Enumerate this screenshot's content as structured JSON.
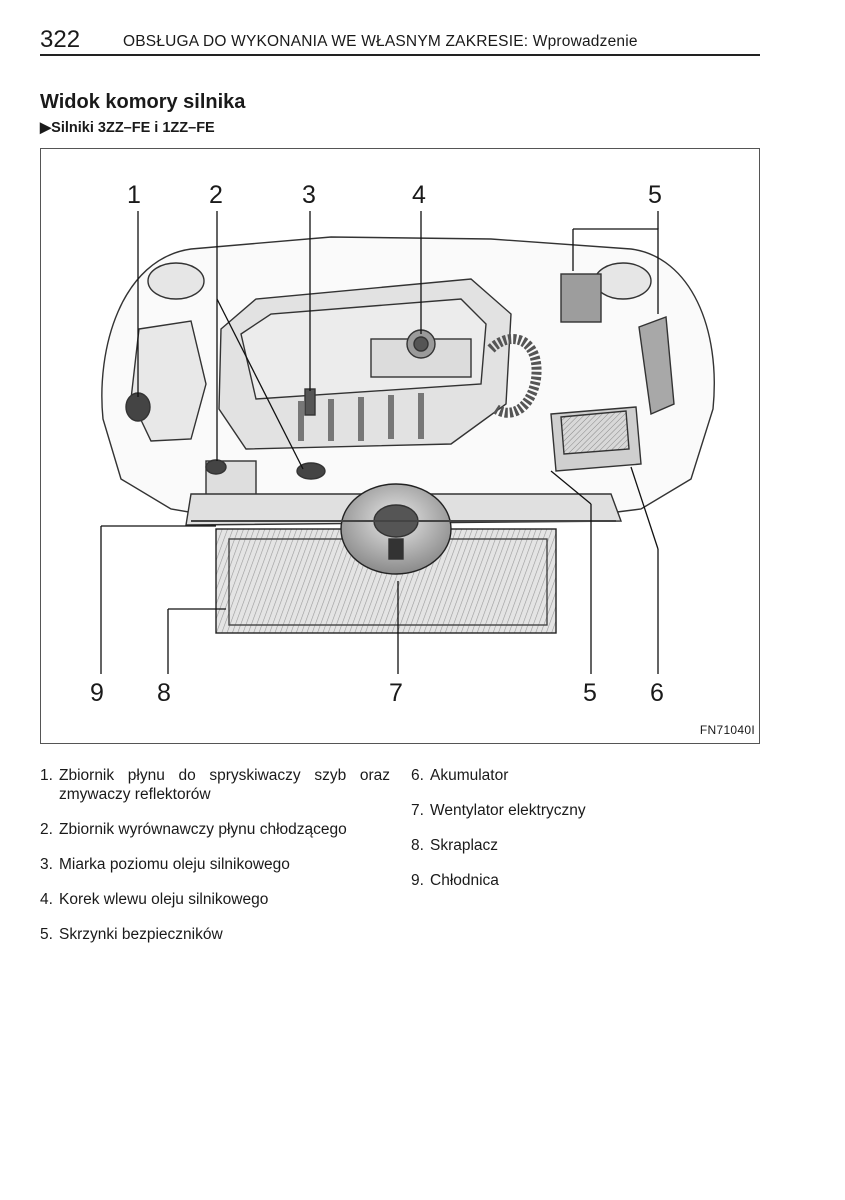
{
  "header": {
    "page_number": "322",
    "running_title": "OBSŁUGA DO WYKONANIA WE WŁASNYM ZAKRESIE: Wprowadzenie"
  },
  "section_title": "Widok komory silnika",
  "subsection": {
    "marker": "▶",
    "title": "Silniki 3ZZ–FE i 1ZZ–FE"
  },
  "figure": {
    "code": "FN71040I",
    "callouts_top": [
      "1",
      "2",
      "3",
      "4",
      "5"
    ],
    "callouts_bottom": [
      "9",
      "8",
      "7",
      "5",
      "6"
    ]
  },
  "legend": {
    "left": [
      {
        "num": "1.",
        "text": "Zbiornik płynu do spryskiwaczy szyb oraz zmywaczy reflektorów"
      },
      {
        "num": "2.",
        "text": "Zbiornik wyrównawczy płynu chłodzącego"
      },
      {
        "num": "3.",
        "text": "Miarka poziomu oleju silnikowego"
      },
      {
        "num": "4.",
        "text": "Korek wlewu oleju silnikowego"
      },
      {
        "num": "5.",
        "text": "Skrzynki bezpieczników"
      }
    ],
    "right": [
      {
        "num": "6.",
        "text": "Akumulator"
      },
      {
        "num": "7.",
        "text": "Wentylator elektryczny"
      },
      {
        "num": "8.",
        "text": "Skraplacz"
      },
      {
        "num": "9.",
        "text": "Chłodnica"
      }
    ]
  }
}
